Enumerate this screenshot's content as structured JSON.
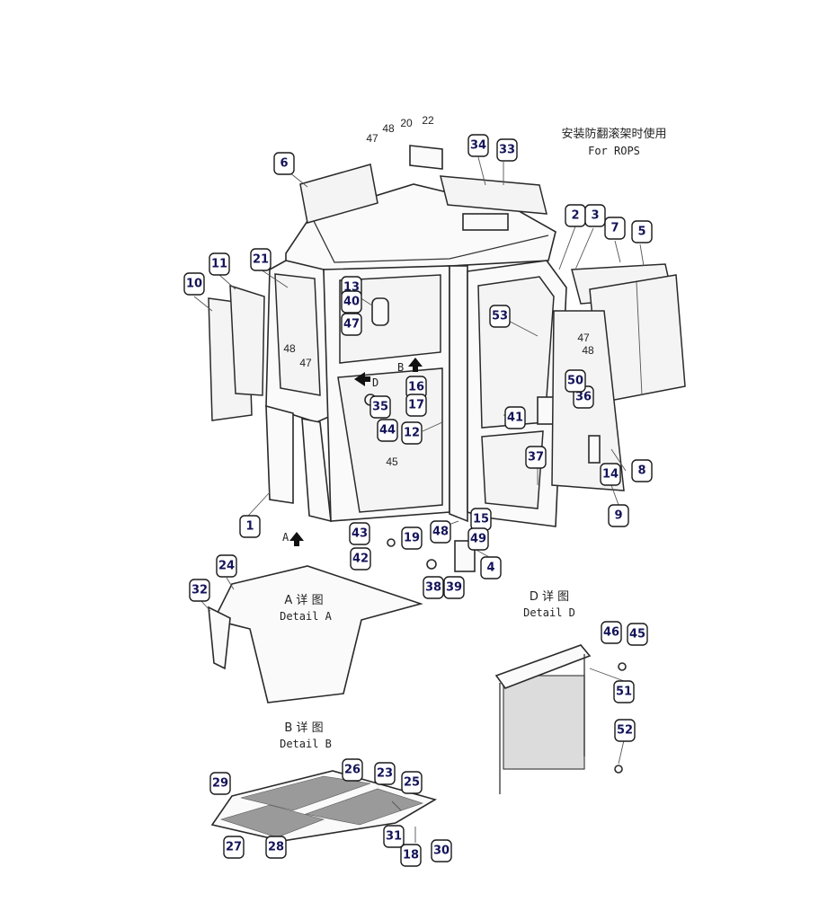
{
  "header": {
    "rops_cn": "安装防翻滚架时使用",
    "rops_en": "For ROPS"
  },
  "details": {
    "a_cn": "A 详 图",
    "a_en": "Detail A",
    "b_cn": "B 详 图",
    "b_en": "Detail B",
    "d_cn": "D 详 图",
    "d_en": "Detail D"
  },
  "view_markers": {
    "a": "A",
    "b": "B",
    "d": "D"
  },
  "callouts": [
    "1",
    "2",
    "3",
    "4",
    "5",
    "6",
    "7",
    "8",
    "9",
    "10",
    "11",
    "12",
    "13",
    "14",
    "15",
    "16",
    "17",
    "18",
    "19",
    "21",
    "23",
    "24",
    "25",
    "26",
    "27",
    "28",
    "29",
    "30",
    "31",
    "32",
    "33",
    "34",
    "35",
    "36",
    "37",
    "38",
    "39",
    "40",
    "41",
    "42",
    "43",
    "44",
    "45",
    "46",
    "47",
    "48",
    "49",
    "50",
    "51",
    "52",
    "53"
  ],
  "plain_labels": [
    "47",
    "48",
    "20",
    "22",
    "48",
    "47",
    "47",
    "48",
    "45"
  ]
}
